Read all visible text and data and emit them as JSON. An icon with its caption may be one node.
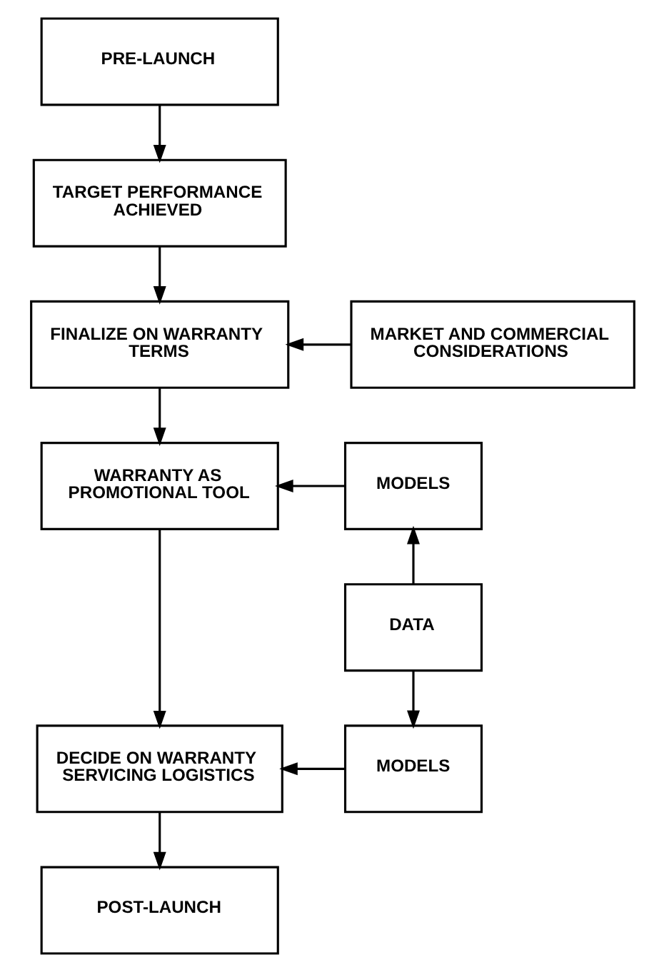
{
  "diagram": {
    "nodes": [
      {
        "text": [
          "PRE-LAUNCH"
        ]
      },
      {
        "text": [
          "TARGET PERFORMANCE ACHIEVED"
        ]
      },
      {
        "text": [
          "MARKET AND COMMERCIAL CONSIDERATIONS"
        ]
      },
      {
        "text": [
          "FINALIZE ON WARRANTY TERMS"
        ]
      },
      {
        "text": [
          "MODELS"
        ]
      },
      {
        "text": [
          "WARRANTY AS PROMOTIONAL TOOL"
        ]
      },
      {
        "text": [
          "DATA"
        ]
      },
      {
        "text": [
          "MODELS"
        ]
      },
      {
        "text": [
          "DECIDE ON WARRANTY SERVICING LOGISTICS"
        ]
      },
      {
        "text": [
          "POST-LAUNCH"
        ]
      }
    ],
    "edges": [
      {
        "from": 0,
        "to": 1,
        "arrow": "to"
      },
      {
        "from": 1,
        "to": 3,
        "arrow": "to"
      },
      {
        "from": 2,
        "to": 3,
        "arrow": "to"
      },
      {
        "from": 3,
        "to": 5,
        "arrow": "to"
      },
      {
        "from": 6,
        "to": 4,
        "arrow": "to"
      },
      {
        "from": 4,
        "to": 5,
        "arrow": "to"
      },
      {
        "from": 5,
        "to": 8,
        "arrow": "to"
      },
      {
        "from": 6,
        "to": 7,
        "arrow": "to"
      },
      {
        "from": 7,
        "to": 8,
        "arrow": "to"
      },
      {
        "from": 8,
        "to": 9,
        "arrow": "to"
      }
    ]
  }
}
